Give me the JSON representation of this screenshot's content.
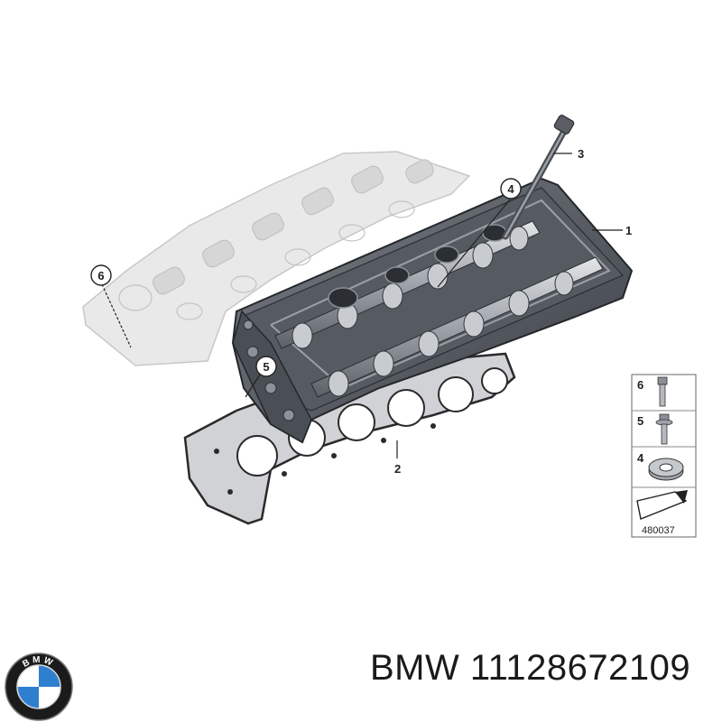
{
  "callouts": [
    {
      "id": "1",
      "label": "1"
    },
    {
      "id": "2",
      "label": "2"
    },
    {
      "id": "3",
      "label": "3"
    },
    {
      "id": "4",
      "label": "4"
    },
    {
      "id": "5",
      "label": "5"
    },
    {
      "id": "6",
      "label": "6"
    }
  ],
  "legend": {
    "rows": [
      {
        "label": "6",
        "icon": "bolt-icon"
      },
      {
        "label": "5",
        "icon": "flanged-bolt-icon"
      },
      {
        "label": "4",
        "icon": "washer-icon"
      }
    ],
    "arrow_icon": "direction-arrow-icon",
    "diagram_id": "480037"
  },
  "brand": {
    "logo_icon": "bmw-logo-icon",
    "logo_text": "BMW",
    "part_number": "BMW 11128672109"
  },
  "colors": {
    "ghost_part": "#cfcfcf",
    "head_dark": "#3c4046",
    "head_mid": "#6a6f76",
    "metal_light": "#b8bcc2",
    "gasket": "#2a2a2a",
    "bmw_blue": "#2f7fd1"
  }
}
